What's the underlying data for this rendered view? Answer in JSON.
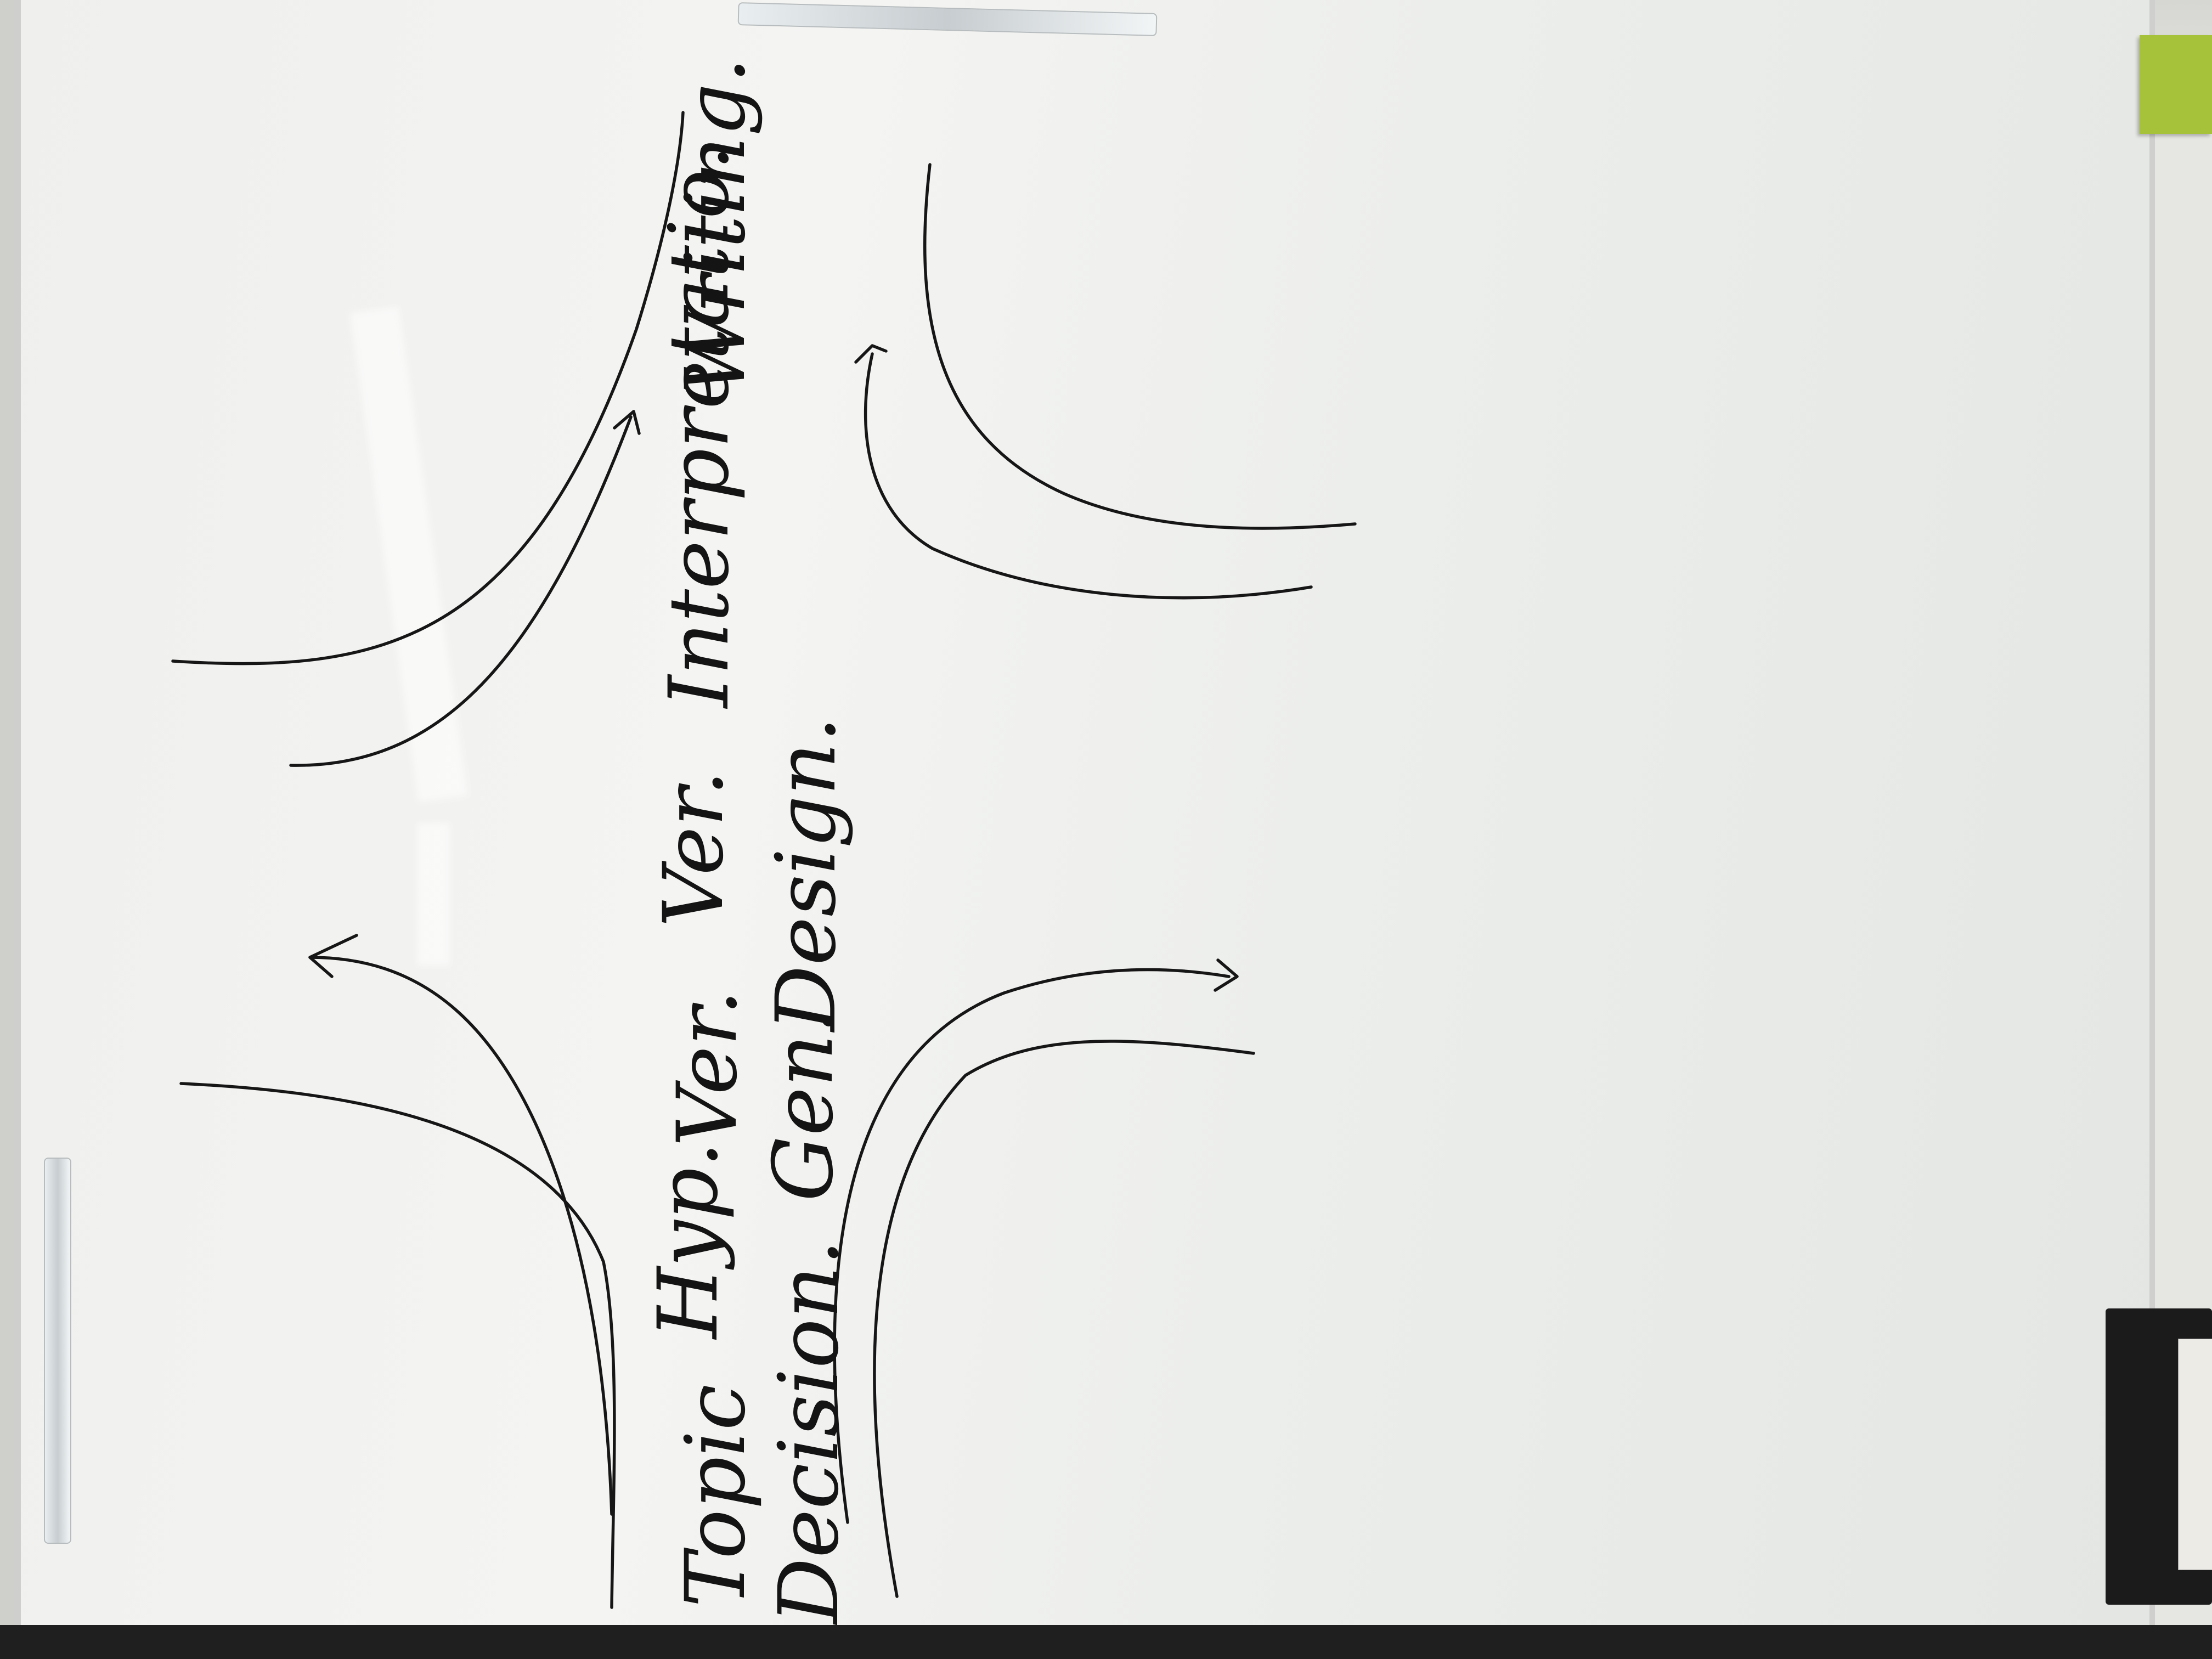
{
  "whiteboard": {
    "labels": {
      "topic": "Topic",
      "decision": "Decision.",
      "hyp": "Hyp.",
      "gen": "Gen.",
      "ver_top": "Ver.",
      "design": "Design.",
      "ver_mid": "Ver.",
      "interpretation": "Interpretatio.",
      "writing": "Writing."
    },
    "ink_color": "#161616",
    "board_color": "#f1f1ef"
  }
}
